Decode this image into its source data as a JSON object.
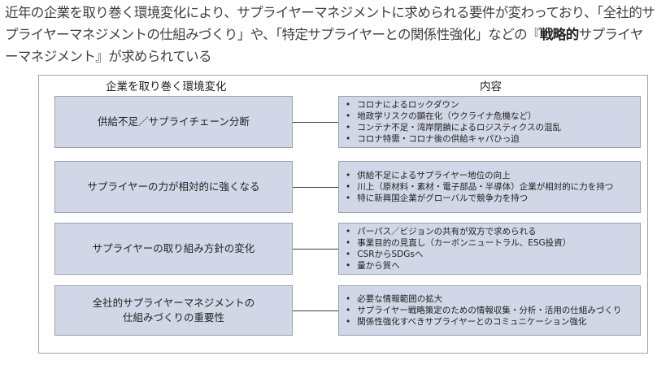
{
  "intro": {
    "text_before": "近年の企業を取り巻く環境変化により、サプライヤーマネジメントに求められる要件が変わっており、「全社的サプライヤーマネジメントの仕組みづくり」や、「特定サプライヤーとの関係性強化」などの『",
    "bold": "戦略的",
    "text_after": "サプライヤーマネジメント』が求められている"
  },
  "headers": {
    "left": "企業を取り巻く環境変化",
    "right": "内容"
  },
  "rows": [
    {
      "label": "供給不足／サプライチェーン分断",
      "items": [
        "コロナによるロックダウン",
        "地政学リスクの顕在化（ウクライナ危機など）",
        "コンテナ不足・湾岸閉鎖によるロジスティクスの混乱",
        "コロナ特需・コロナ後の供給キャパひっ迫"
      ]
    },
    {
      "label": "サプライヤーの力が相対的に強くなる",
      "items": [
        "供給不足によるサプライヤー地位の向上",
        "川上（原材料・素材・電子部品・半導体）企業が相対的に力を持つ",
        "特に新興国企業がグローバルで競争力を持つ"
      ]
    },
    {
      "label": "サプライヤーの取り組み方針の変化",
      "items": [
        "パーパス／ビジョンの共有が双方で求められる",
        "事業目的の見直し（カーボンニュートラル、ESG投資）",
        "CSRからSDGsへ",
        "量から質へ"
      ]
    },
    {
      "label_line1": "全社的サプライヤーマネジメントの",
      "label_line2": "仕組みづくりの重要性",
      "items": [
        "必要な情報範囲の拡大",
        "サプライヤー戦略策定のための情報収集・分析・活用の仕組みづくり",
        "関係性強化すべきサプライヤーとのコミュニケーション強化"
      ]
    }
  ]
}
